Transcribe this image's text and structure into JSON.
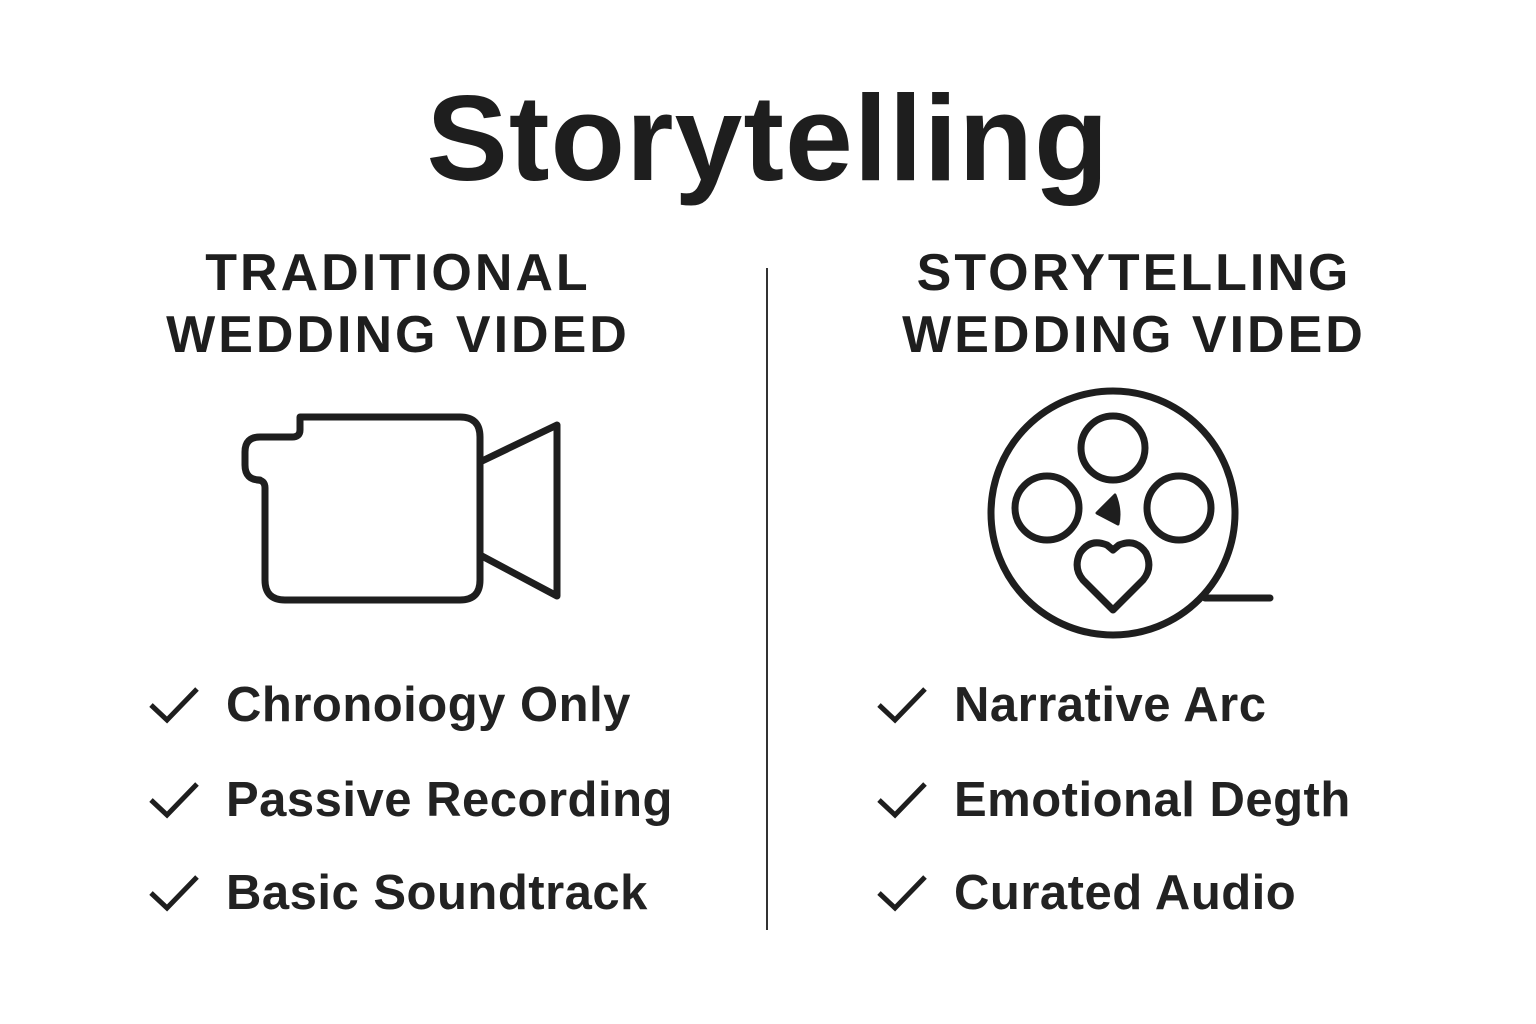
{
  "title": "Storytelling",
  "left": {
    "heading_line1": "TRADITIONAL",
    "heading_line2": "WEDDING VIDED",
    "icon": "video-camera-icon",
    "items": [
      "Chronoiogy Only",
      "Passive Recording",
      "Basic Soundtrack"
    ]
  },
  "right": {
    "heading_line1": "STORYTELLING",
    "heading_line2": "WEDDING VIDED",
    "icon": "film-reel-heart-icon",
    "items": [
      "Narrative Arc",
      "Emotional Degth",
      "Curated Audio"
    ]
  },
  "colors": {
    "ink": "#1e1e1e",
    "background": "#ffffff"
  }
}
